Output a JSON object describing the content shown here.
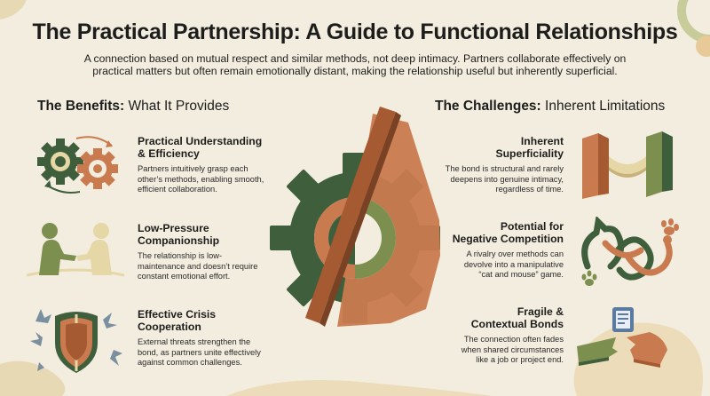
{
  "header": {
    "title": "The Practical Partnership: A Guide to Functional Relationships",
    "subtitle": "A connection based on mutual respect and similar methods, not deep intimacy. Partners collaborate effectively on practical matters but often remain emotionally distant, making the relationship useful but inherently superficial."
  },
  "benefits": {
    "heading_bold": "The Benefits:",
    "heading_rest": " What It Provides",
    "items": [
      {
        "title_line1": "Practical Understanding",
        "title_line2": "& Efficiency",
        "desc_line1": "Partners intuitively grasp each",
        "desc_line2": "other’s methods, enabling smooth,",
        "desc_line3": "efficient collaboration.",
        "icon": "gears-icon"
      },
      {
        "title_line1": "Low-Pressure",
        "title_line2": "Companionship",
        "desc_line1": "The relationship is low-",
        "desc_line2": "maintenance and doesn’t require",
        "desc_line3": "constant emotional effort.",
        "icon": "people-handshake-icon"
      },
      {
        "title_line1": "Effective Crisis",
        "title_line2": "Cooperation",
        "desc_line1": "External threats strengthen the",
        "desc_line2": "bond, as partners unite effectively",
        "desc_line3": "against common challenges.",
        "icon": "shield-icon"
      }
    ]
  },
  "challenges": {
    "heading_bold": "The Challenges:",
    "heading_rest": " Inherent Limitations",
    "items": [
      {
        "title_line1": "Inherent",
        "title_line2": "Superficiality",
        "desc_line1": "The bond is structural and rarely",
        "desc_line2": "deepens into genuine intimacy,",
        "desc_line3": "regardless of time.",
        "icon": "pillars-bridge-icon"
      },
      {
        "title_line1": "Potential for",
        "title_line2": "Negative Competition",
        "desc_line1": "A rivalry over methods can",
        "desc_line2": "devolve into a manipulative",
        "desc_line3": "“cat and mouse” game.",
        "icon": "cat-mouse-icon"
      },
      {
        "title_line1": "Fragile &",
        "title_line2": "Contextual Bonds",
        "desc_line1": "The connection often fades",
        "desc_line2": "when shared circumstances",
        "desc_line3": "like a job or project end.",
        "icon": "broken-bridge-icon"
      }
    ]
  },
  "colors": {
    "background": "#f3ede0",
    "green": "#3f5e3c",
    "olive": "#7d8f4e",
    "terracotta": "#c97a4e",
    "rust": "#a55a32",
    "sand": "#e6d7a6",
    "cream": "#ecdcb9",
    "dark": "#1d1d1b"
  }
}
